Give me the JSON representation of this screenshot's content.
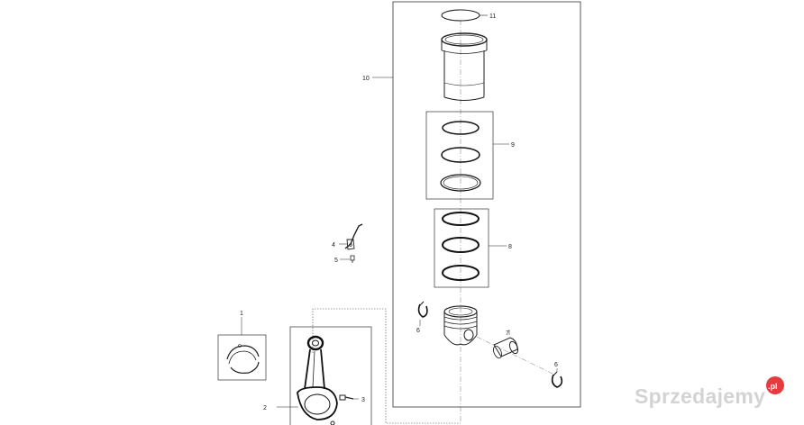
{
  "callouts": {
    "c1": "1",
    "c2": "2",
    "c3": "3",
    "c4": "4",
    "c5": "5",
    "c6a": "6",
    "c6b": "6",
    "c7": "7",
    "c8": "8",
    "c9": "9",
    "c10": "10",
    "c11": "11"
  },
  "watermark": {
    "text": "Sprzedajemy",
    "badge": ".pl",
    "badge_color": "#e3262b"
  }
}
